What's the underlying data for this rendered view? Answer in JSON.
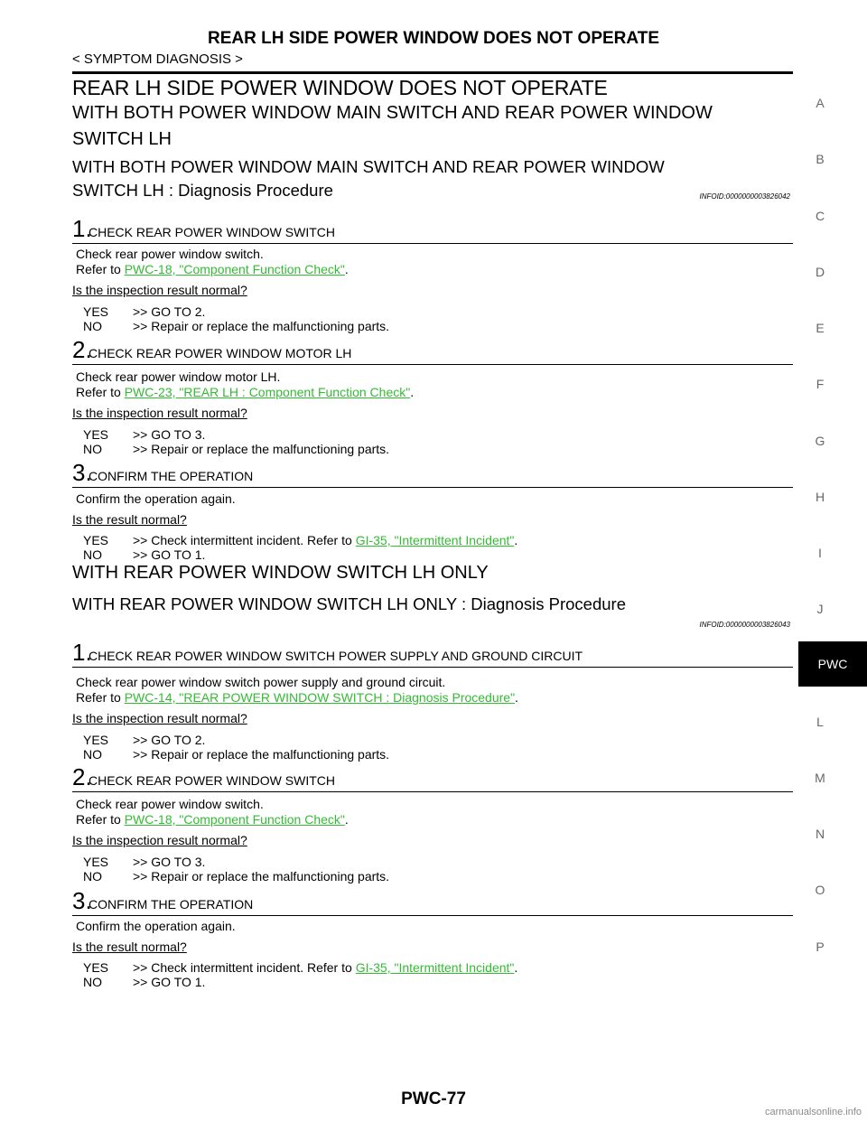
{
  "header": {
    "title": "REAR LH SIDE POWER WINDOW DOES NOT OPERATE",
    "breadcrumb": "< SYMPTOM DIAGNOSIS >"
  },
  "main_title": "REAR LH SIDE POWER WINDOW DOES NOT OPERATE",
  "section1": {
    "heading_line1": "WITH BOTH POWER WINDOW MAIN SWITCH AND REAR POWER WINDOW",
    "heading_line2": "SWITCH LH",
    "subheading_line1": "WITH BOTH POWER WINDOW MAIN SWITCH AND REAR POWER WINDOW",
    "subheading_line2": "SWITCH LH : Diagnosis Procedure",
    "infoid": "INFOID:0000000003826042",
    "steps": [
      {
        "num": "1.",
        "title": "CHECK REAR POWER WINDOW SWITCH",
        "line1": "Check rear power window switch.",
        "refer": "Refer to ",
        "link": "PWC-18, \"Component Function Check\"",
        "after": ".",
        "question": "Is the inspection result normal?",
        "yes_key": "YES",
        "yes": ">> GO TO 2.",
        "no_key": "NO",
        "no": ">> Repair or replace the malfunctioning parts."
      },
      {
        "num": "2.",
        "title": "CHECK REAR POWER WINDOW MOTOR LH",
        "line1": "Check rear power window motor LH.",
        "refer": "Refer to ",
        "link": "PWC-23, \"REAR LH : Component Function Check\"",
        "after": ".",
        "question": "Is the inspection result normal?",
        "yes_key": "YES",
        "yes": ">> GO TO 3.",
        "no_key": "NO",
        "no": ">> Repair or replace the malfunctioning parts."
      },
      {
        "num": "3.",
        "title": "CONFIRM THE OPERATION",
        "line1": "Confirm the operation again.",
        "question": "Is the result normal?",
        "yes_key": "YES",
        "yes": ">> Check intermittent incident. Refer to ",
        "yes_link": "GI-35, \"Intermittent Incident\"",
        "yes_after": ".",
        "no_key": "NO",
        "no": ">> GO TO 1."
      }
    ]
  },
  "section2": {
    "heading": "WITH REAR POWER WINDOW SWITCH LH ONLY",
    "subheading": "WITH REAR POWER WINDOW SWITCH LH ONLY : Diagnosis Procedure",
    "infoid": "INFOID:0000000003826043",
    "steps": [
      {
        "num": "1.",
        "title": "CHECK REAR POWER WINDOW SWITCH POWER SUPPLY AND GROUND CIRCUIT",
        "line1": "Check rear power window switch power supply and ground circuit.",
        "refer": "Refer to ",
        "link": "PWC-14, \"REAR POWER WINDOW SWITCH : Diagnosis Procedure\"",
        "after": ".",
        "question": "Is the inspection result normal?",
        "yes_key": "YES",
        "yes": ">> GO TO 2.",
        "no_key": "NO",
        "no": ">> Repair or replace the malfunctioning parts."
      },
      {
        "num": "2.",
        "title": "CHECK REAR POWER WINDOW SWITCH",
        "line1": "Check rear power window switch.",
        "refer": "Refer to ",
        "link": "PWC-18, \"Component Function Check\"",
        "after": ".",
        "question": "Is the inspection result normal?",
        "yes_key": "YES",
        "yes": ">> GO TO 3.",
        "no_key": "NO",
        "no": ">> Repair or replace the malfunctioning parts."
      },
      {
        "num": "3.",
        "title": "CONFIRM THE OPERATION",
        "line1": "Confirm the operation again.",
        "question": "Is the result normal?",
        "yes_key": "YES",
        "yes": ">> Check intermittent incident. Refer to ",
        "yes_link": "GI-35, \"Intermittent Incident\"",
        "yes_after": ".",
        "no_key": "NO",
        "no": ">> GO TO 1."
      }
    ]
  },
  "sidebar": {
    "letters": [
      "A",
      "B",
      "C",
      "D",
      "E",
      "F",
      "G",
      "H",
      "I",
      "J",
      "L",
      "M",
      "N",
      "O",
      "P"
    ],
    "active_tab": "PWC"
  },
  "footer": {
    "page_number": "PWC-77",
    "watermark": "carmanualsonline.info"
  },
  "colors": {
    "link": "#33bb33",
    "tab_bg": "#000000"
  }
}
